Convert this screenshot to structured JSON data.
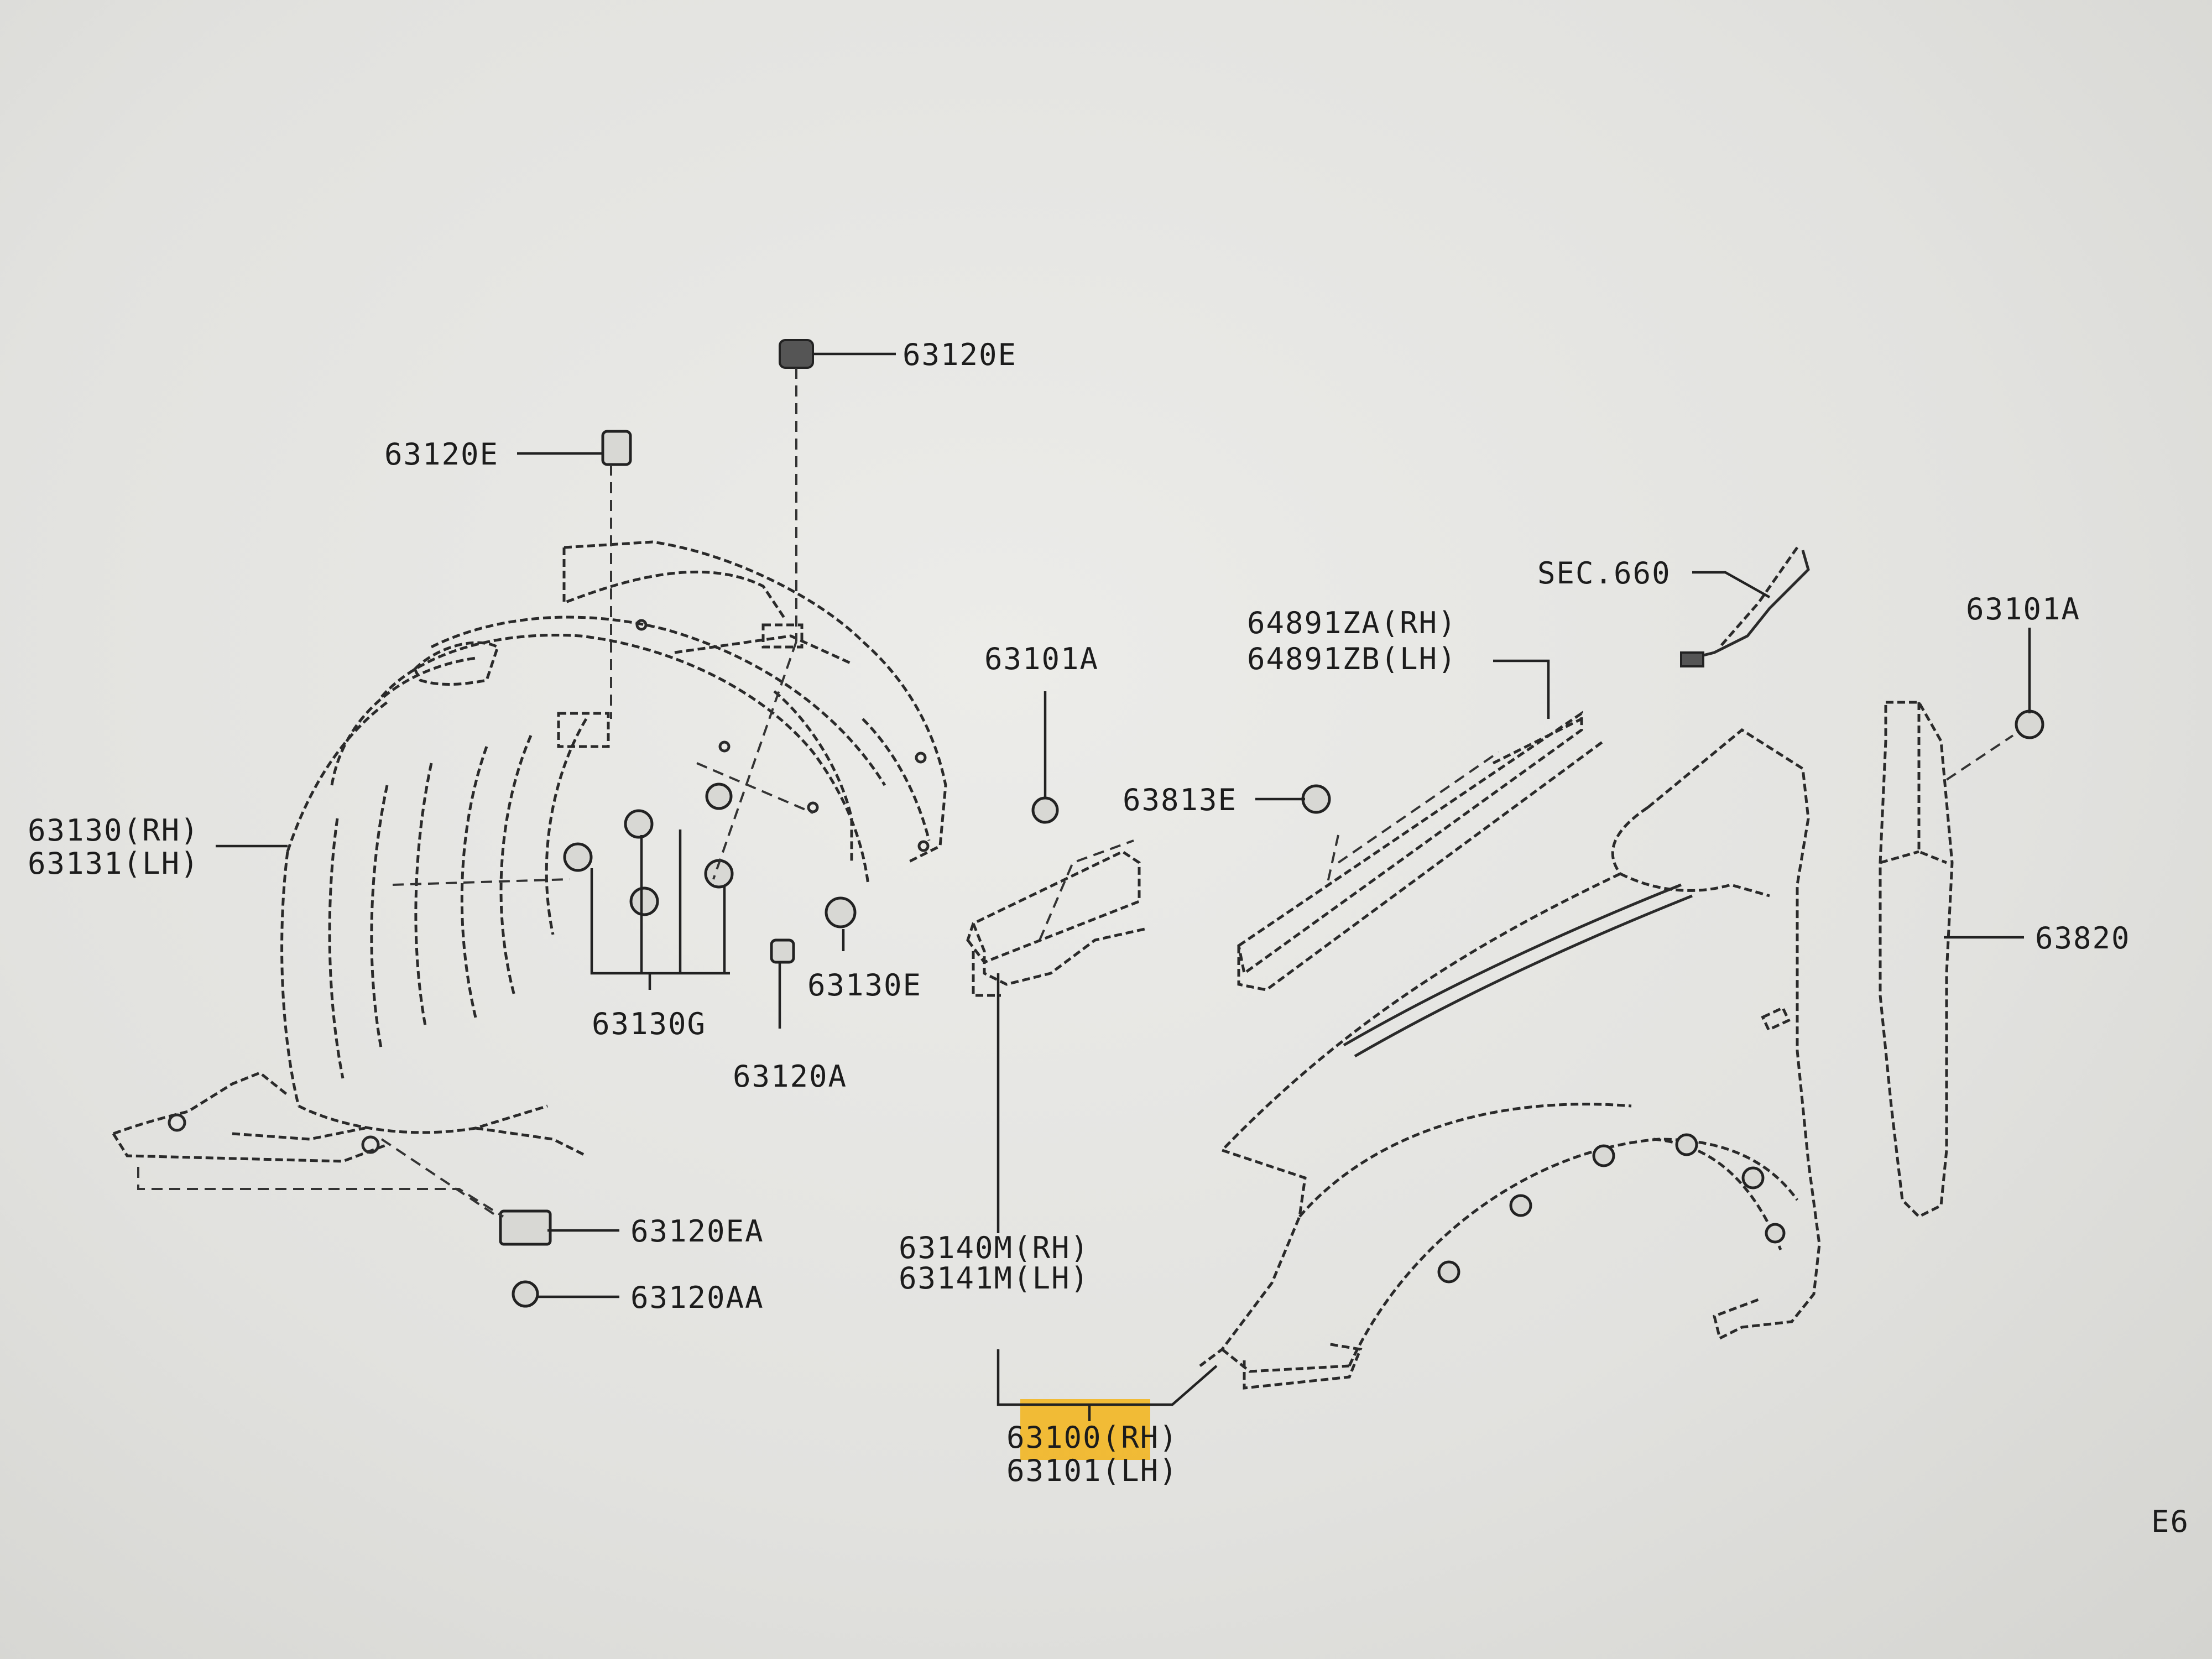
{
  "labels": {
    "p63120E_top": "63120E",
    "p63120E_left": "63120E",
    "p63130_rh": "63130(RH)",
    "p63131_lh": "63131(LH)",
    "p63130G": "63130G",
    "p63130E": "63130E",
    "p63120A": "63120A",
    "p63120EA": "63120EA",
    "p63120AA": "63120AA",
    "p63101A_mid": "63101A",
    "p63140M_rh": "63140M(RH)",
    "p63141M_lh": "63141M(LH)",
    "p63100_rh": "63100(RH)",
    "p63101_lh": "63101(LH)",
    "p63813E": "63813E",
    "p64891ZA_rh": "64891ZA(RH)",
    "p64891ZB_lh": "64891ZB(LH)",
    "sec660": "SEC.660",
    "p63101A_right": "63101A",
    "p63820": "63820",
    "page_code": "E6"
  },
  "colors": {
    "highlight": "#f2b623",
    "ink": "#2a2a2a",
    "paper": "#e6e6e3"
  }
}
